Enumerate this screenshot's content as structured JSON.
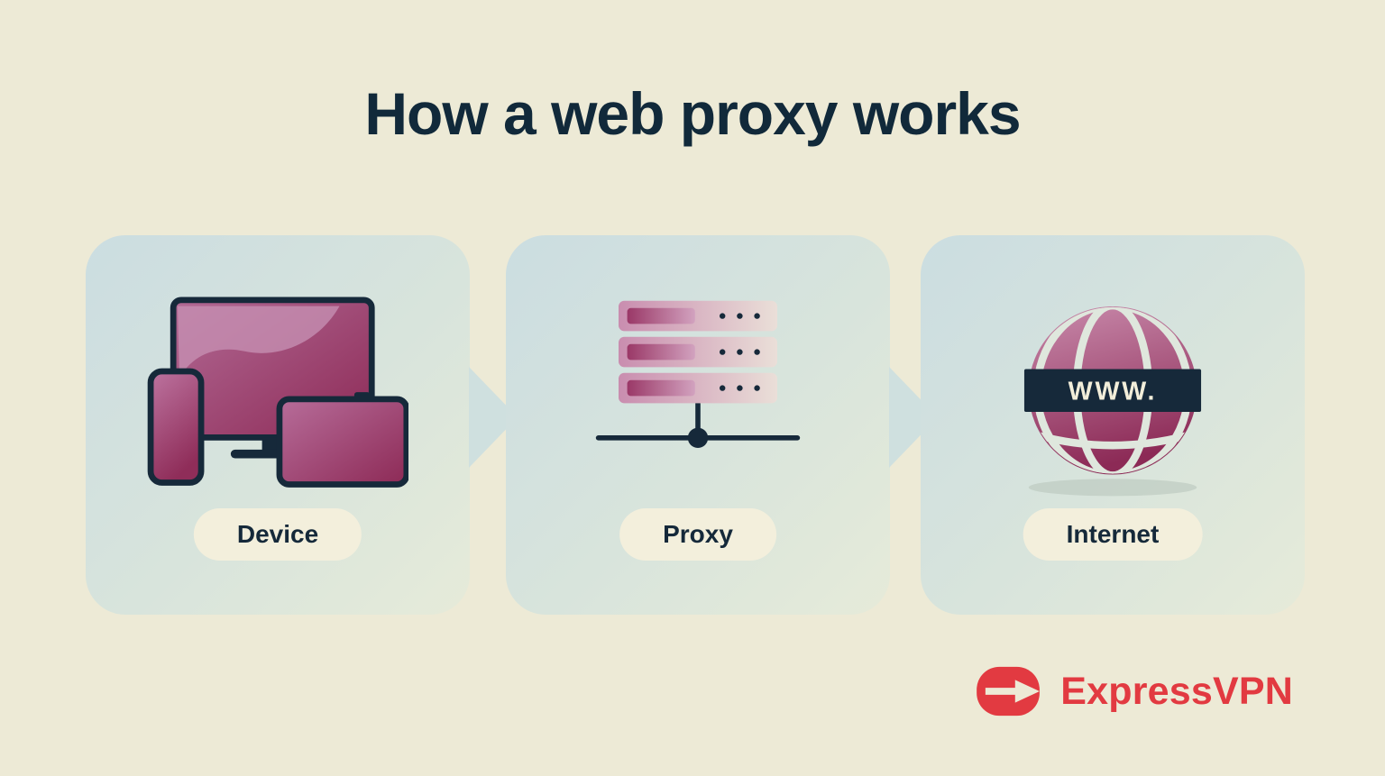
{
  "title": "How a web proxy works",
  "cards": [
    {
      "id": "device",
      "label": "Device",
      "icon": "devices-icon"
    },
    {
      "id": "proxy",
      "label": "Proxy",
      "icon": "server-stack-icon"
    },
    {
      "id": "internet",
      "label": "Internet",
      "icon": "globe-icon",
      "globe_text": "WWW."
    }
  ],
  "arrows": [
    {
      "icon": "arrow-right-icon"
    },
    {
      "icon": "arrow-right-icon"
    }
  ],
  "brand": {
    "name": "ExpressVPN",
    "icon": "expressvpn-icon"
  },
  "colors": {
    "background": "#edead6",
    "title_text": "#11293a",
    "card_gradient_start": "#cbdde1",
    "card_gradient_end": "#e6ebd9",
    "accent_maroon": "#8e2c58",
    "accent_pink": "#c98bac",
    "navy": "#16293a",
    "pill_background": "#f3efdc",
    "brand_red": "#e23a41"
  }
}
